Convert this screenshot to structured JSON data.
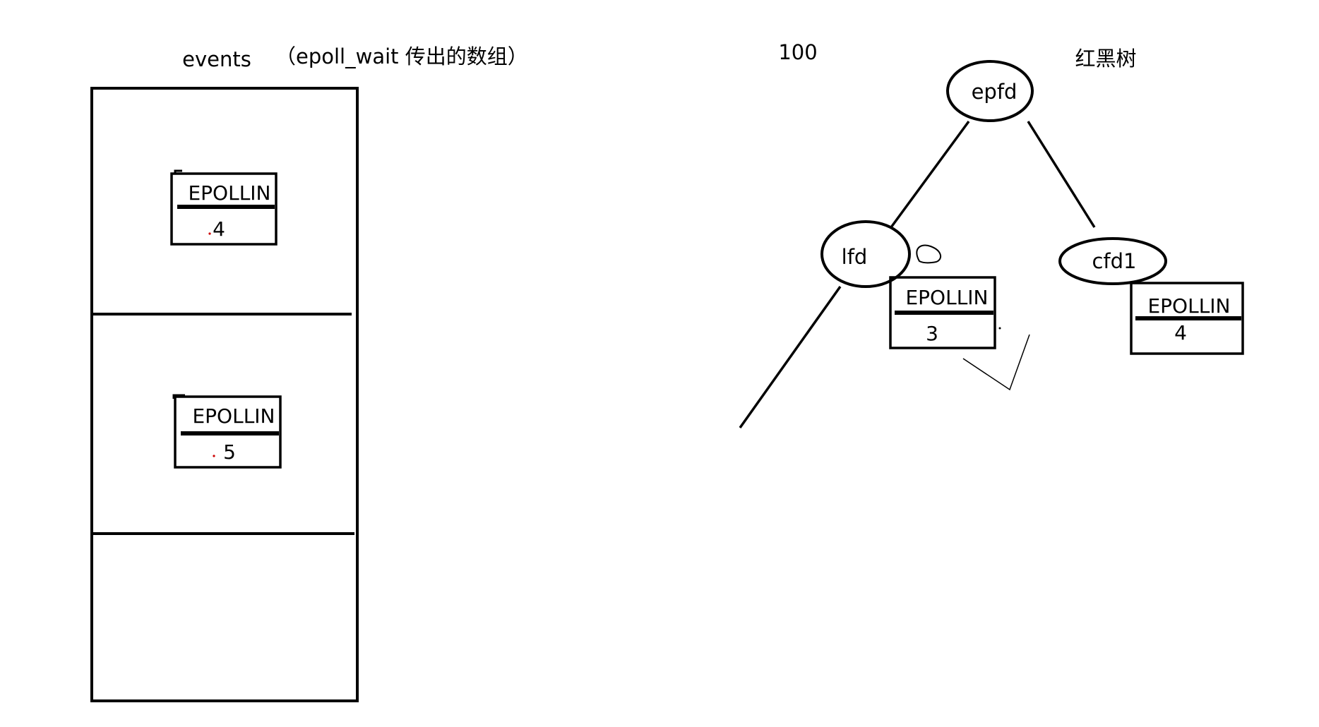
{
  "left_panel": {
    "title": "events",
    "subtitle": "（epoll_wait 传出的数组）",
    "slots": [
      {
        "event": "EPOLLIN",
        "fd": "4"
      },
      {
        "event": "EPOLLIN",
        "fd": "5"
      },
      {
        "event": "",
        "fd": ""
      }
    ]
  },
  "tree": {
    "size_label": "100",
    "type_label": "红黑树",
    "root": {
      "label": "epfd"
    },
    "left_child": {
      "label": "lfd",
      "event": "EPOLLIN",
      "fd": "3"
    },
    "right_child": {
      "label": "cfd1",
      "event": "EPOLLIN",
      "fd": "4"
    }
  }
}
